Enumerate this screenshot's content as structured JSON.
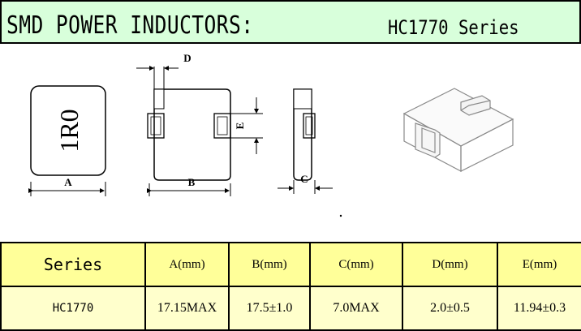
{
  "header": {
    "title": "SMD POWER INDUCTORS:",
    "series": "HC1770 Series"
  },
  "drawing": {
    "marking": "1R0",
    "labels": {
      "a": "A",
      "b": "B",
      "c": "C",
      "d": "D",
      "e": "E"
    }
  },
  "table": {
    "headers": [
      "Series",
      "A(mm)",
      "B(mm)",
      "C(mm)",
      "D(mm)",
      "E(mm)"
    ],
    "row": [
      "HC1770",
      "17.15MAX",
      "17.5±1.0",
      "7.0MAX",
      "2.0±0.5",
      "11.94±0.3"
    ]
  },
  "colors": {
    "header_bg": "#d8ffdb",
    "table_header_bg": "#ffff99",
    "table_row_bg": "#ffffcc"
  }
}
